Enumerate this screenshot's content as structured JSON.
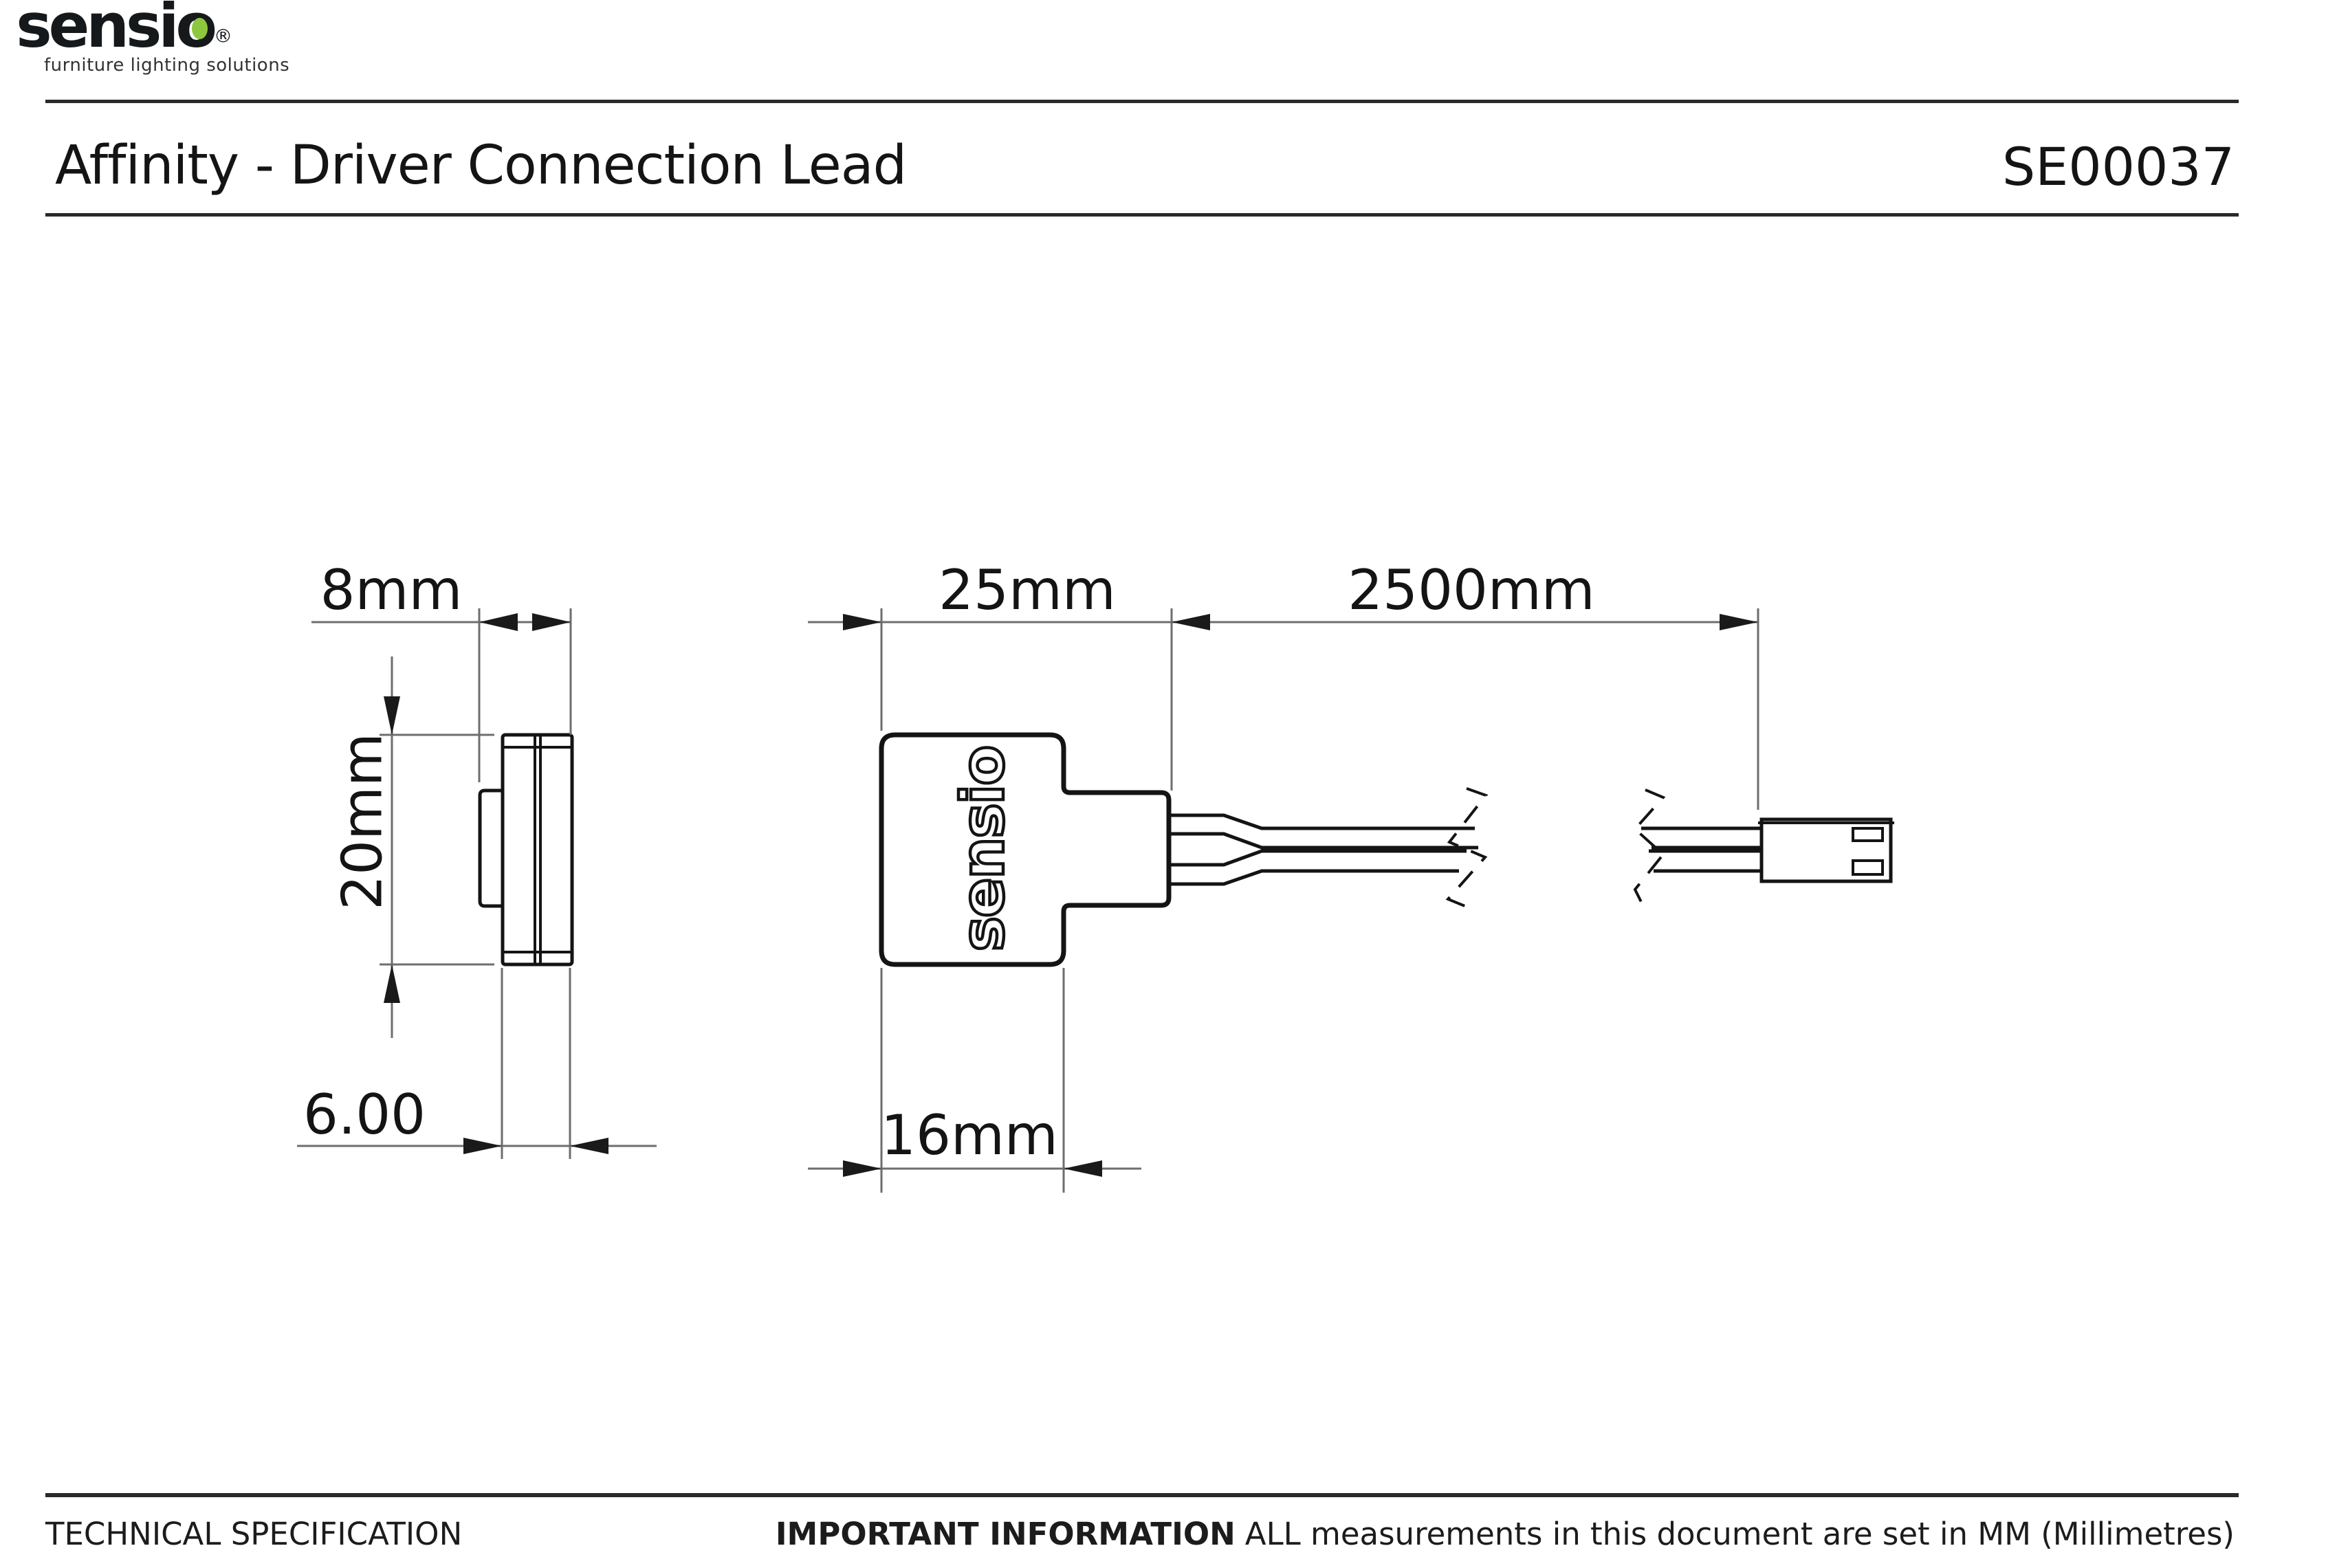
{
  "header": {
    "logo": {
      "text": "sensio",
      "registered": "®",
      "tagline": "furniture lighting solutions",
      "accent_color": "#8dc63f"
    },
    "title": "Affinity - Driver Connection Lead",
    "doc_code": "SE00037"
  },
  "drawing": {
    "side_view": {
      "width_label": "8mm",
      "height_label": "20mm",
      "depth_label": "6.00"
    },
    "front_view": {
      "logo": "sensio",
      "overall_width_label": "25mm",
      "body_width_label": "16mm",
      "cable_length_label": "2500mm"
    }
  },
  "footer": {
    "left": "TECHNICAL SPECIFICATION",
    "important_label": "IMPORTANT INFORMATION",
    "important_text": "ALL measurements in this document are set in MM (Millimetres)"
  }
}
